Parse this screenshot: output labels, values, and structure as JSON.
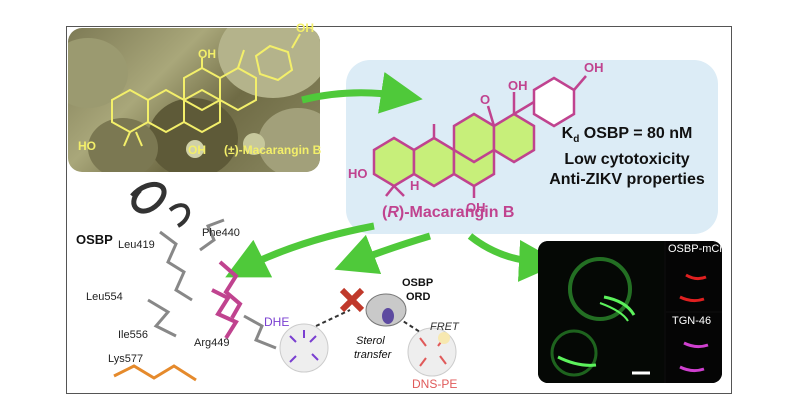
{
  "racemate_label": "(±)-Macarangin B",
  "structure_labels": {
    "oh": "OH",
    "ho": "HO",
    "o": "O",
    "h": "H"
  },
  "r_enantiomer": {
    "prefix": "(",
    "r": "R",
    "suffix": ")-Macarangin B"
  },
  "properties": {
    "kd_k": "K",
    "kd_sub": "d",
    "kd_rest": " OSBP = 80 nM",
    "line2": "Low cytotoxicity",
    "line3": "Anti-ZIKV properties"
  },
  "docking": {
    "osbp": "OSBP",
    "residues": [
      "Leu419",
      "Phe440",
      "Leu554",
      "Ile556",
      "Arg449",
      "Lys577"
    ]
  },
  "sterol": {
    "dhe": "DHE",
    "sterol": "Sterol",
    "transfer": "transfer",
    "osbp": "OSBP",
    "ord": "ORD",
    "fret": "FRET",
    "dnspe": "DNS-PE"
  },
  "microscopy": {
    "label1": "OSBP-mCh",
    "label2": "TGN-46"
  },
  "colors": {
    "magenta": "#c0438f",
    "green": "#4fc93a",
    "panel": "#dcecf6",
    "chem_green": "#c7ef7a"
  }
}
